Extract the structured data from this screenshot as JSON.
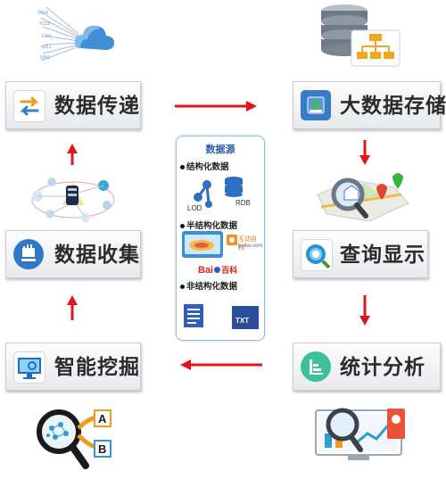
{
  "boxes": {
    "data_transfer": "数据传递",
    "big_data_storage": "大数据存储",
    "data_collection": "数据收集",
    "query_display": "查询显示",
    "smart_mining": "智能挖掘",
    "statistical_analysis": "统计分析"
  },
  "data_source": {
    "title": "数据源",
    "structured": "结构化数据",
    "semi_structured": "半结构化数据",
    "unstructured": "非结构化数据",
    "lod": "LOD",
    "rdb": "RDB",
    "hudong_name": "互动百科",
    "hudong_domain": "baike.com",
    "baidu": "百科",
    "txt": "TXT"
  },
  "colors": {
    "arrow": "#e0151b",
    "box_text": "#2b2b2b",
    "panel_border": "#9fb7dc",
    "panel_title": "#2d5aa8"
  },
  "icons": [
    "cloud-data-icon",
    "database-server-icon",
    "exchange-arrows-icon",
    "download-storage-icon",
    "network-cycle-icon",
    "map-search-icon",
    "collection-hand-icon",
    "globe-search-icon",
    "monitor-mining-icon",
    "bar-chart-icon",
    "magnifier-ab-icon",
    "analysis-screen-icon"
  ]
}
